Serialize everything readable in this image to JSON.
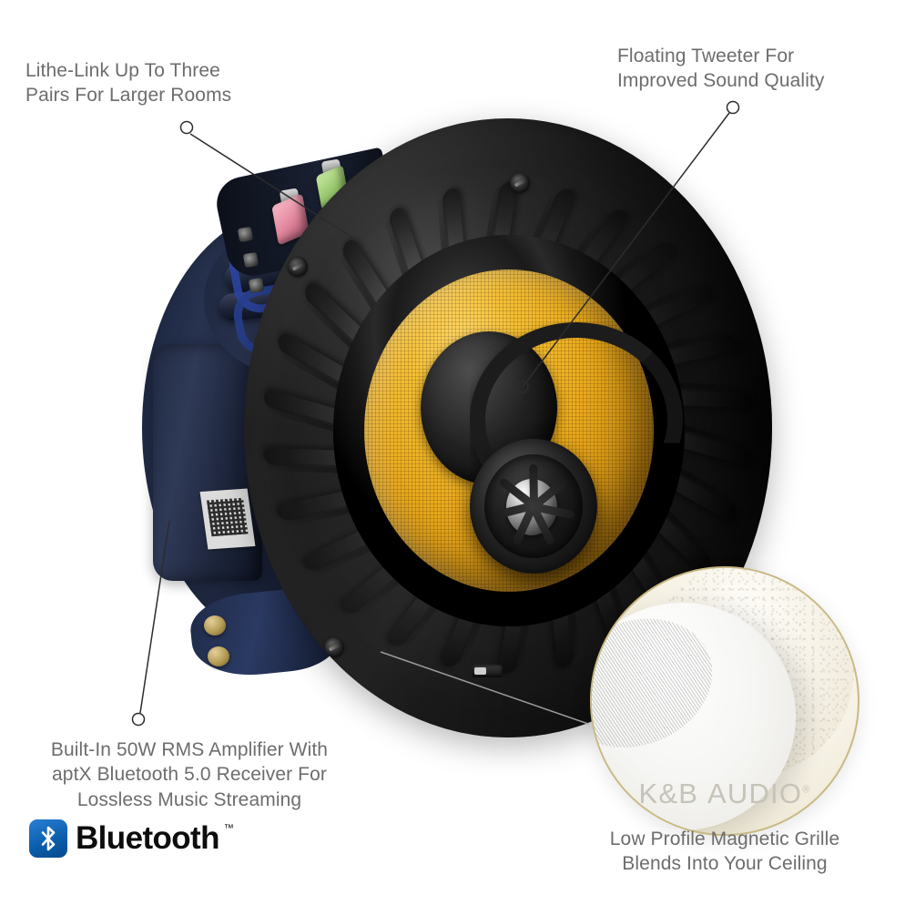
{
  "page": {
    "background_color": "#ffffff",
    "text_color": "#6d6d6d"
  },
  "callouts": [
    {
      "id": "lithe-link",
      "position": "top-left",
      "text": "Lithe-Link Up To Three\nPairs For Larger Rooms"
    },
    {
      "id": "floating-tweeter",
      "position": "top-right",
      "text": "Floating Tweeter For\nImproved Sound Quality"
    },
    {
      "id": "built-in-amplifier",
      "position": "bottom-left",
      "text": "Built-In 50W RMS Amplifier With\naptX Bluetooth 5.0 Receiver For\nLossless Music Streaming"
    },
    {
      "id": "magnetic-grille",
      "position": "bottom-right",
      "text": "Low Profile Magnetic Grille\nBlends Into Your Ceiling"
    }
  ],
  "product": {
    "name": "in-ceiling-speaker",
    "baffle_color": "#141414",
    "cone_color": "#e9a81b",
    "rear_enclosure_color": "#222c45",
    "tweeter_dome_color": "#d6d6d6",
    "jacks": [
      {
        "name": "rca-jack-pink",
        "color": "#e4889f"
      },
      {
        "name": "rca-jack-green",
        "color": "#9fd072"
      }
    ]
  },
  "grille_inset": {
    "ring_color": "#c9b984",
    "grille_color": "#f6f6f4",
    "watermark": {
      "k": "K",
      "amp": "&",
      "b": "B",
      "audio": "AUDIO",
      "registered": "®"
    }
  },
  "bluetooth_logo": {
    "wordmark": "Bluetooth",
    "trademark": "™",
    "mark_color": "#0b5fae"
  }
}
